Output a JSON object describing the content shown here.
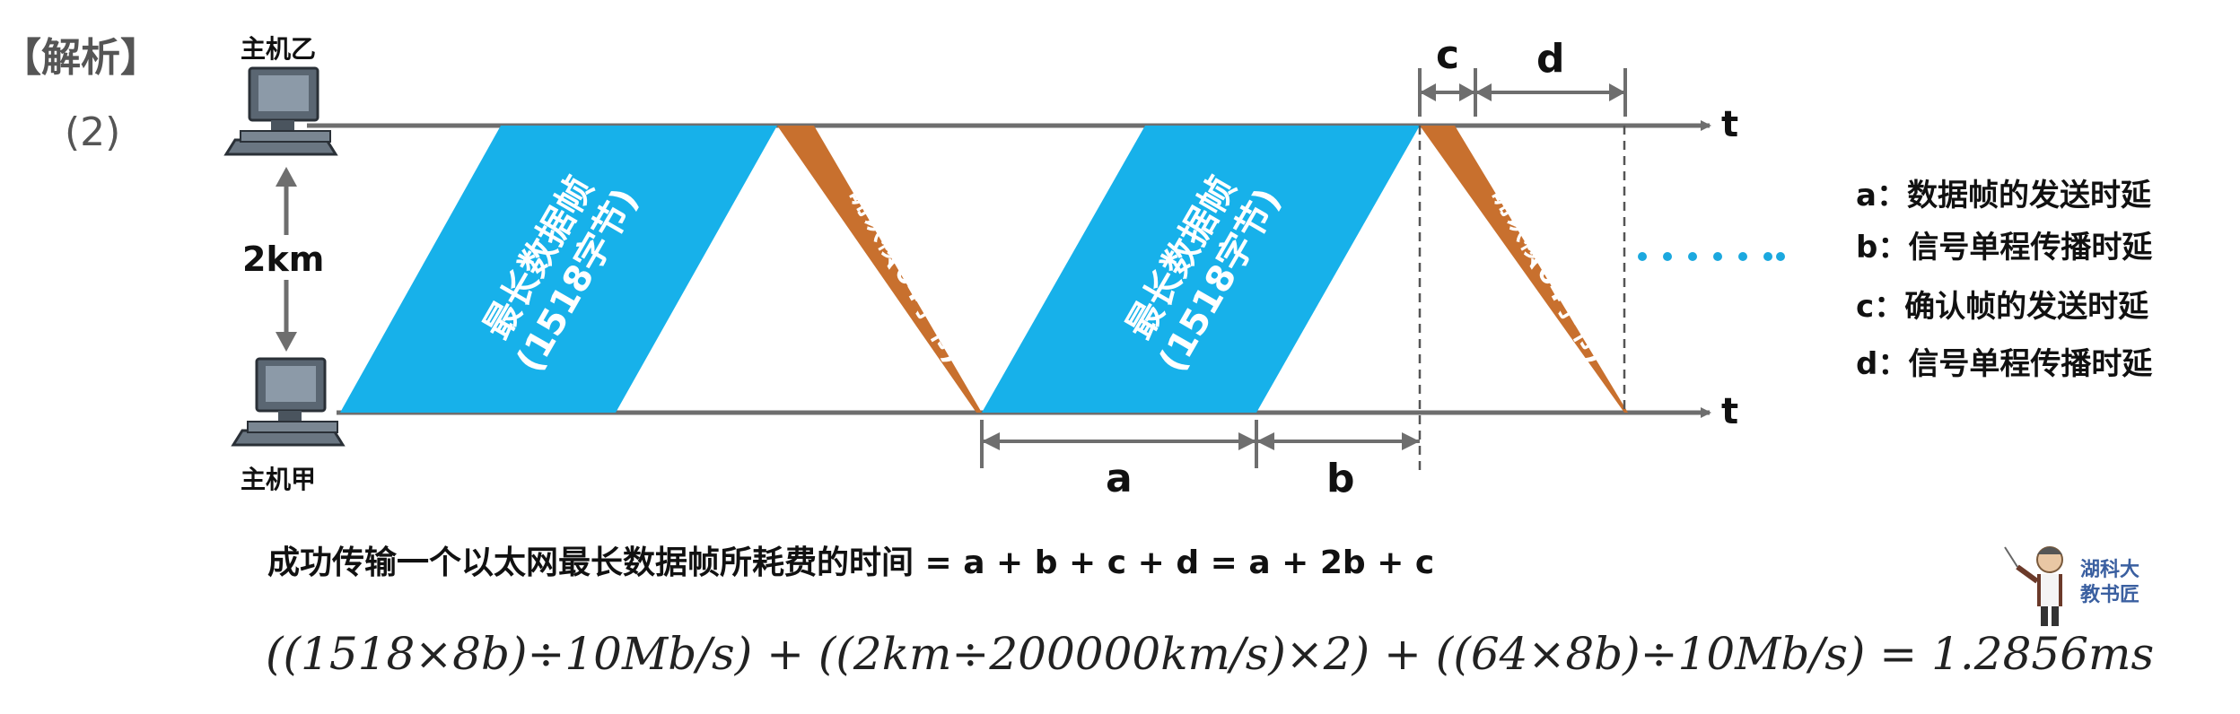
{
  "header": {
    "title": "【解析】",
    "part": "(2)"
  },
  "hosts": {
    "top": "主机乙",
    "bottom": "主机甲"
  },
  "distance": "2km",
  "time_axis_label": "t",
  "frames": {
    "data_frame_line1": "最长数据帧",
    "data_frame_line2": "(1518字节)",
    "ack_frame_line1": "确认帧",
    "ack_frame_line2": "(64字节)"
  },
  "intervals": {
    "a": "a",
    "b": "b",
    "c": "c",
    "d": "d"
  },
  "legend": [
    "a：数据帧的发送时延",
    "b：信号单程传播时延",
    "c：确认帧的发送时延",
    "d：信号单程传播时延"
  ],
  "formula": "成功传输一个以太网最长数据帧所耗费的时间 = a + b + c + d = a + 2b + c",
  "calculation": "((1518×8b)÷10Mb/s) + ((2km÷200000km/s)×2) + ((64×8b)÷10Mb/s) = 1.2856ms",
  "teacher_label": "湖科大教书匠",
  "colors": {
    "data_frame": "#17b1ea",
    "ack_frame": "#c8702e",
    "axis": "#6e6e6e",
    "ellipsis": "#1ba8df"
  }
}
